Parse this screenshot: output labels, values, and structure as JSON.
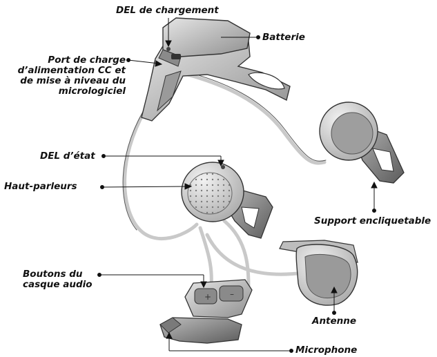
{
  "labels": {
    "del_chargement": "DEL de chargement",
    "batterie": "Batterie",
    "port_charge": [
      "Port de charge",
      "d’alimentation CC et",
      "de mise à niveau du",
      "micrologiciel"
    ],
    "del_etat": "DEL d’état",
    "haut_parleurs": "Haut-parleurs",
    "support": "Support encliquetable",
    "boutons": [
      "Boutons du",
      "casque audio"
    ],
    "antenne": "Antenne",
    "microphone": "Microphone"
  },
  "colors": {
    "body_light": "#d4d4d4",
    "body_mid": "#9e9e9e",
    "body_dark": "#6b6b6b",
    "outline": "#333333",
    "wire": "#cfcfcf"
  }
}
